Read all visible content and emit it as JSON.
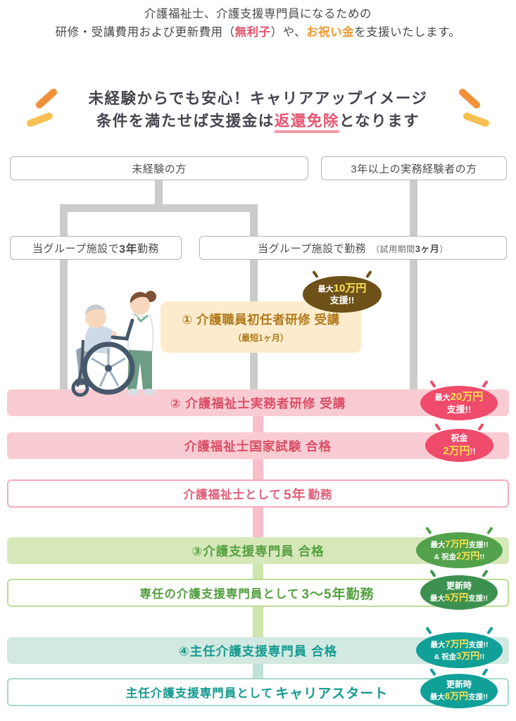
{
  "colors": {
    "accent_pink": "#e8506a",
    "accent_orange": "#f09a30",
    "pink_bar_bg": "#f9ccd3",
    "pink_text": "#da4e66",
    "red_badge": "#ef4b6b",
    "green_bar_bg": "#d6e8b9",
    "green_text": "#55a041",
    "green_badge": "#52a14b",
    "teal_bar_bg": "#d1e9e1",
    "teal_text": "#159a90",
    "teal_badge": "#10a098",
    "cream_box_bg": "#fceccd",
    "brown_text": "#b1791c",
    "dark_badge": "#6d5118",
    "connector_gray": "#cbcbcb"
  },
  "intro": {
    "line1": "介護福祉士、介護支援専門員になるための",
    "line2": {
      "a": "研修・受講費用および更新費用（",
      "em_red": "無利子",
      "b": "）や、",
      "em_orange": "お祝い金",
      "c": "を支援いたします。"
    }
  },
  "headline": {
    "line1": "未経験からでも安心！キャリアアップイメージ",
    "line2": {
      "pre": "条件を満たせば支援金は",
      "em": "返還免除",
      "post": "となります"
    }
  },
  "entry": {
    "left": "未経験の方",
    "right": "3年以上の実務経験者の方",
    "work_left": {
      "pre": "当グループ施設で",
      "em": "3年",
      "post": "勤務"
    },
    "work_right": {
      "main": "当グループ施設で勤務",
      "note_pre": "（試用期間",
      "note_em": "3ヶ月",
      "note_post": "）"
    }
  },
  "step1": {
    "title": "① 介護職員初任者研修 受講",
    "sub": "（最短1ヶ月）",
    "badge": {
      "pre": "最大",
      "amt": "10万円",
      "l2": "支援!!"
    }
  },
  "step2": {
    "label": "② 介護福祉士実務者研修 受講",
    "badge": {
      "pre": "最大",
      "amt": "20万円",
      "l2": "支援!!"
    }
  },
  "exam": {
    "label": "介護福祉士国家試験 合格",
    "badge": {
      "l1": "祝金",
      "amt": "2万円",
      "post": "!!"
    }
  },
  "work5": {
    "pre": "介護福祉士として",
    "em": "5年",
    "post": "勤務"
  },
  "step3": {
    "label": "③介護支援専門員 合格",
    "badge": {
      "l1_pre": "最大",
      "l1_amt": "7万円",
      "l1_post": "支援!!",
      "l2_pre": "& 祝金",
      "l2_amt": "2万円",
      "l2_post": "!!"
    }
  },
  "work35": {
    "pre": "専任の介護支援専門員として",
    "em": "3〜5年勤務",
    "badge": {
      "l1": "更新時",
      "l2_pre": "最大",
      "l2_amt": "5万円",
      "l2_post": "支援!!"
    }
  },
  "step4": {
    "label": "④主任介護支援専門員 合格",
    "badge": {
      "l1_pre": "最大",
      "l1_amt": "7万円",
      "l1_post": "支援!!",
      "l2_pre": "& 祝金",
      "l2_amt": "3万円",
      "l2_post": "!!"
    }
  },
  "career": {
    "pre": "主任介護支援専門員として",
    "em": "キャリアスタート",
    "badge": {
      "l1": "更新時",
      "l2_pre": "最大",
      "l2_amt": "8万円",
      "l2_post": "支援!!"
    }
  }
}
